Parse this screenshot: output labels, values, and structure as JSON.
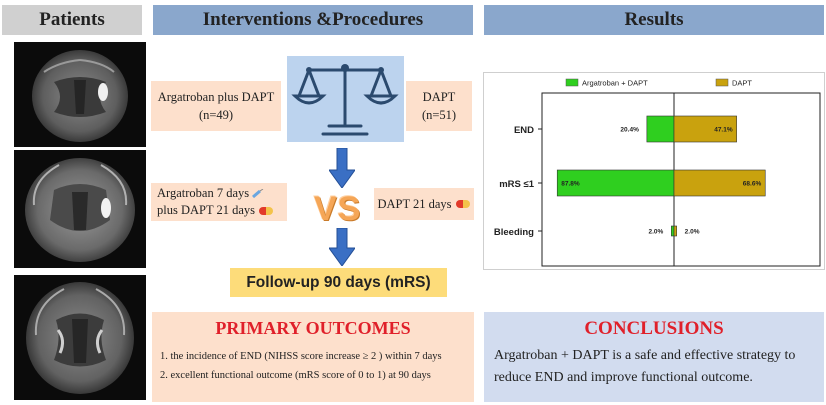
{
  "headers": {
    "patients": "Patients",
    "interventions": "Interventions &Procedures",
    "results": "Results"
  },
  "arms": {
    "argatroban": {
      "name": "Argatroban plus DAPT",
      "n": "(n=49)"
    },
    "dapt": {
      "name": "DAPT",
      "n": "(n=51)"
    }
  },
  "regimens": {
    "argatroban_line1": "Argatroban 7 days",
    "argatroban_line2": "plus DAPT 21 days",
    "dapt": "DAPT  21 days"
  },
  "vs_text": "VS",
  "followup": "Follow-up 90 days (mRS)",
  "primary_outcomes": {
    "title": "PRIMARY OUTCOMES",
    "items": [
      "1. the incidence of END (NIHSS score increase ≥ 2 ) within 7 days",
      "2. excellent functional outcome (mRS score of 0 to 1) at 90 days"
    ]
  },
  "conclusions": {
    "title": "CONCLUSIONS",
    "body": "Argatroban + DAPT is a safe and effective strategy to reduce END and improve functional outcome."
  },
  "colors": {
    "argatroban": "#2fcf1f",
    "dapt": "#c9a20e",
    "accent_red": "#e0202a",
    "header_blue": "#8aa7cc",
    "peach": "#fde0cc"
  },
  "icons": [
    "scales-icon",
    "arrow-down-icon",
    "syringe-icon",
    "pill-icon"
  ],
  "chart_data": {
    "type": "bar",
    "orientation": "horizontal-diverging",
    "categories": [
      "END",
      "mRS ≤1",
      "Bleeding"
    ],
    "series": [
      {
        "name": "Argatroban + DAPT",
        "values": [
          20.4,
          87.8,
          2.0
        ],
        "labels": [
          "20.4%",
          "87.8%",
          "2.0%"
        ]
      },
      {
        "name": "DAPT",
        "values": [
          47.1,
          68.6,
          2.0
        ],
        "labels": [
          "47.1%",
          "68.6%",
          "2.0%"
        ]
      }
    ],
    "legend": "top",
    "xlim": [
      -100,
      100
    ],
    "grid": false
  }
}
